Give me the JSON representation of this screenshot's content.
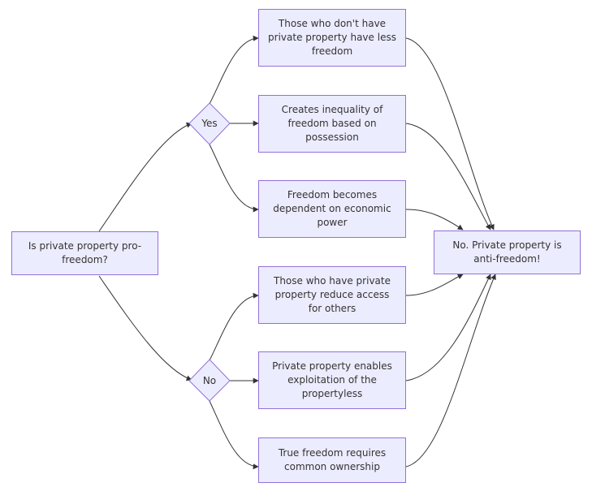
{
  "diagram": {
    "start": "Is private property pro-freedom?",
    "decision_yes": "Yes",
    "decision_no": "No",
    "yes_nodes": [
      "Those who don't have private property have less freedom",
      "Creates inequality of freedom based on possession",
      "Freedom becomes dependent on economic power"
    ],
    "no_nodes": [
      "Those who have private property reduce access for others",
      "Private property enables exploitation of the propertyless",
      "True freedom requires common ownership"
    ],
    "conclusion": "No. Private property is anti-freedom!"
  },
  "colors": {
    "node_fill": "#ECECFF",
    "node_border": "#9370DB",
    "edge": "#333333",
    "text": "#333333"
  }
}
